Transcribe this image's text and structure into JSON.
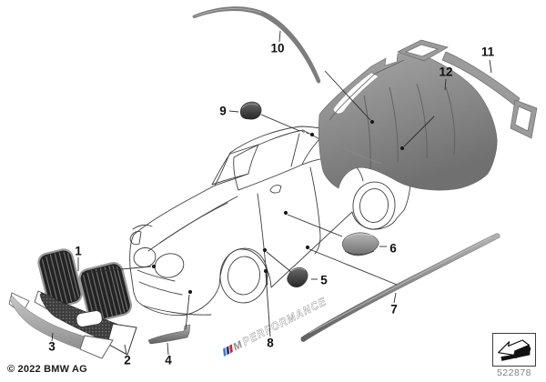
{
  "colors": {
    "background": "#ffffff",
    "line_art": "#3f3f3f",
    "part_gray": "#8f8f8f",
    "part_dark_gray": "#3a3a3a",
    "label_text": "#111111",
    "diagram_number_text": "#7f7f7f",
    "m_stripe_blue": "#3f80c4",
    "m_stripe_navy": "#28327e",
    "m_stripe_red": "#d2232a"
  },
  "diagram": {
    "copyright": "© 2022 BMW AG",
    "callouts": [
      {
        "number": "1"
      },
      {
        "number": "2"
      },
      {
        "number": "3"
      },
      {
        "number": "4"
      },
      {
        "number": "5"
      },
      {
        "number": "6"
      },
      {
        "number": "7"
      },
      {
        "number": "8"
      },
      {
        "number": "9"
      },
      {
        "number": "10"
      },
      {
        "number": "11"
      },
      {
        "number": "12"
      }
    ],
    "decal": {
      "logo_letter": "M",
      "text": "PERFORMANCE"
    },
    "thumbnail": {
      "diagram_number": "522878",
      "icon": "direction-arrow-icon"
    }
  }
}
